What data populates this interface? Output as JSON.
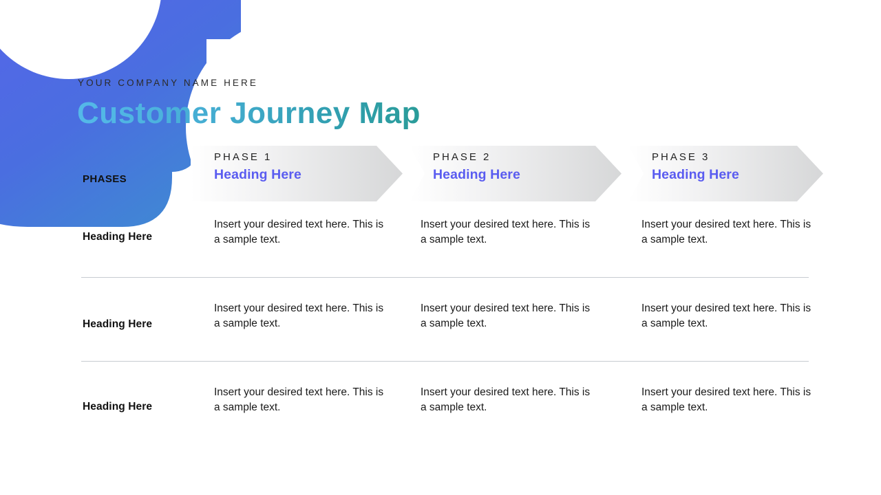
{
  "slide": {
    "company_name": "YOUR COMPANY NAME HERE",
    "title": "Customer Journey Map",
    "phases_label": "PHASES",
    "background_color": "#ffffff"
  },
  "colors": {
    "title_gradient_start": "#55b9e9",
    "title_gradient_end": "#2a9c99",
    "blob_gradient_start": "#5566e8",
    "blob_gradient_end": "#3d8fd0",
    "phase_heading": "#5a5cf0",
    "chevron_fill_start": "#ffffff",
    "chevron_fill_end": "#d6d7d8",
    "divider": "#c7cbd0",
    "body_text": "#1a1a1a"
  },
  "phases": [
    {
      "label": "PHASE 1",
      "heading": "Heading Here"
    },
    {
      "label": "PHASE 2",
      "heading": "Heading Here"
    },
    {
      "label": "PHASE 3",
      "heading": "Heading Here"
    }
  ],
  "rows": [
    {
      "label": "Heading Here",
      "cells": [
        "Insert your desired text here. This is a sample text.",
        "Insert your desired text here. This is a sample text.",
        "Insert your desired text here. This is a sample text."
      ]
    },
    {
      "label": "Heading Here",
      "cells": [
        "Insert your desired text here. This is a sample text.",
        "Insert your desired text here. This is a sample text.",
        "Insert your desired text here. This is a sample text."
      ]
    },
    {
      "label": "Heading Here",
      "cells": [
        "Insert your desired text here. This is a sample text.",
        "Insert your desired text here. This is a sample text.",
        "Insert your desired text here. This is a sample text."
      ]
    }
  ]
}
